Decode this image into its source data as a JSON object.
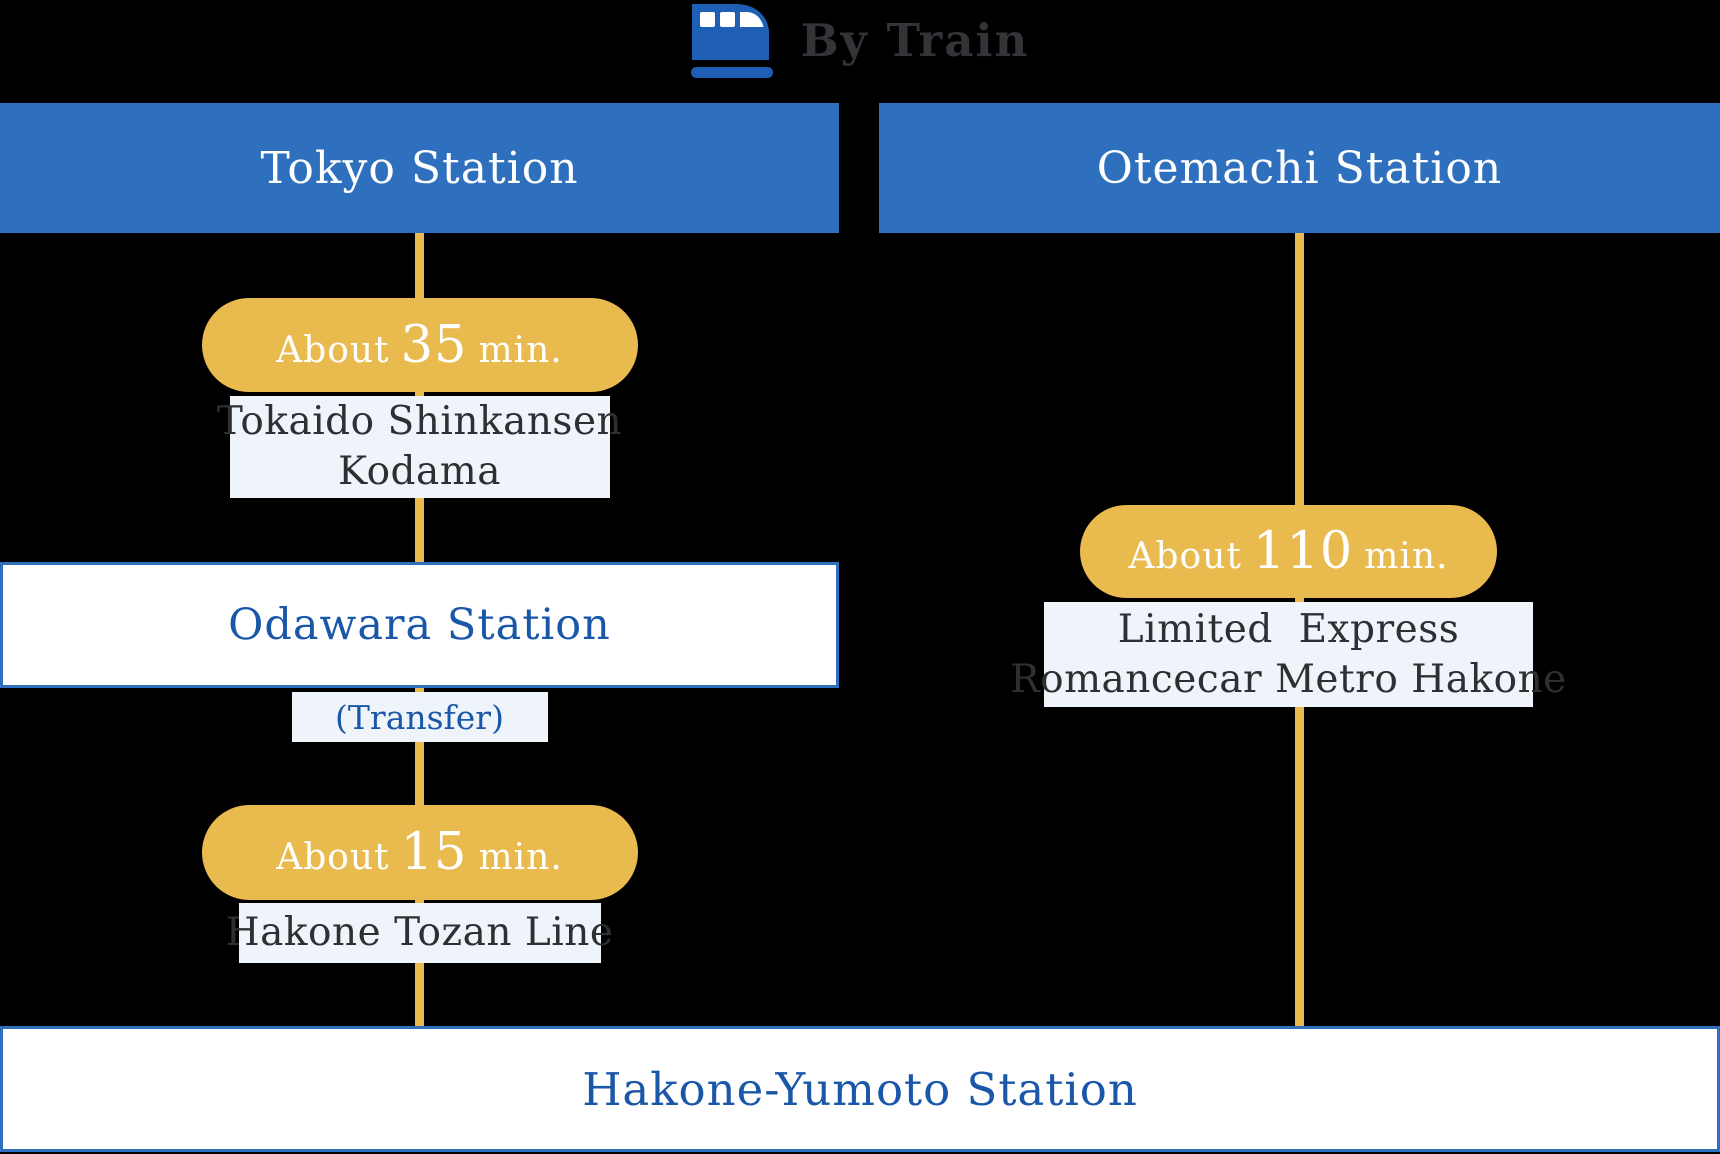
{
  "title": {
    "label": "By Train"
  },
  "icons": {
    "train": "train-icon"
  },
  "routes": {
    "left": {
      "station": "Tokyo Station",
      "leg1": {
        "prefix": "About",
        "minutes": "35",
        "unit": "min.",
        "line_name_1": "Tokaido Shinkansen",
        "line_name_2": "Kodama"
      },
      "via_station": "Odawara Station",
      "transfer_label": "(Transfer)",
      "leg2": {
        "prefix": "About",
        "minutes": "15",
        "unit": "min.",
        "line_name_1": "Hakone Tozan Line"
      }
    },
    "right": {
      "station": "Otemachi Station",
      "leg1": {
        "prefix": "About",
        "minutes": "110",
        "unit": "min.",
        "line_name_1": "Limited  Express",
        "line_name_2": "Romancecar Metro Hakone"
      }
    }
  },
  "destination_station": "Hakone-Yumoto Station",
  "colors": {
    "header_bar_blue": "#2E70BD",
    "station_text_blue": "#1A57A9",
    "accent_yellow": "#E9BB4E",
    "light_box_bg": "#EFF4FA",
    "dark_text": "#2E2F33",
    "title_text": "#333338",
    "train_icon_blue": "#1E5FB5",
    "background": "#000000"
  }
}
